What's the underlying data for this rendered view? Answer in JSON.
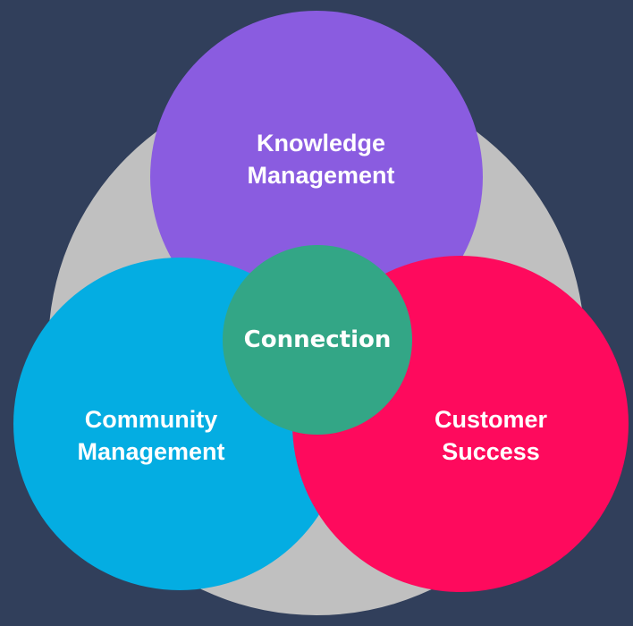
{
  "colors": {
    "background": "#313f5b",
    "outer_circle": "#c0c0c0",
    "knowledge": "#8a5ce0",
    "community": "#04ade2",
    "customer": "#fe0a5d",
    "connection": "#33a686"
  },
  "circles": {
    "knowledge": {
      "line1": "Knowledge",
      "line2": "Management"
    },
    "community": {
      "line1": "Community",
      "line2": "Management"
    },
    "customer": {
      "line1": "Customer",
      "line2": "Success"
    },
    "connection": {
      "label": "Connection"
    }
  }
}
